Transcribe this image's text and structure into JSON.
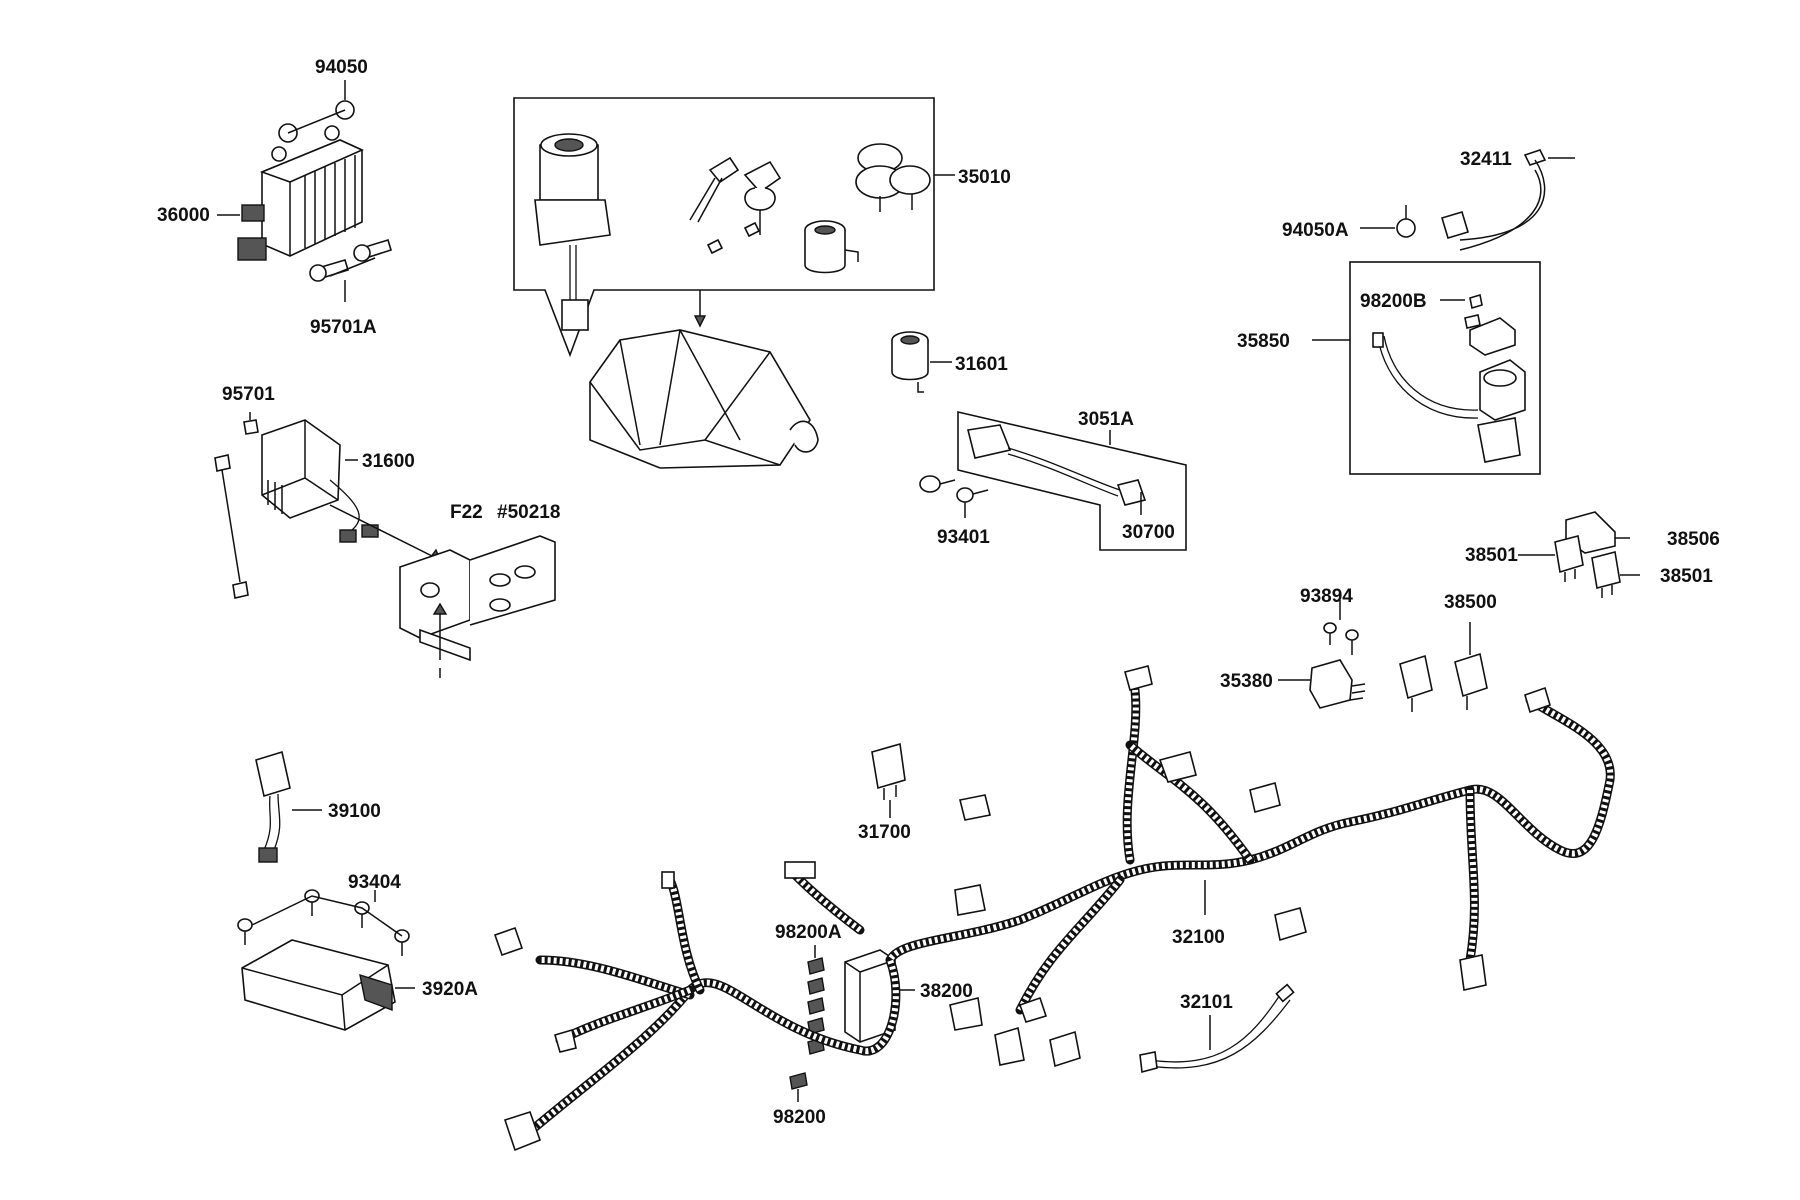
{
  "labels": {
    "p94050": "94050",
    "p36000": "36000",
    "p95701A": "95701A",
    "p35010": "35010",
    "p32411": "32411",
    "p94050A": "94050A",
    "p98200B": "98200B",
    "p35850": "35850",
    "p31601": "31601",
    "p3051A": "3051A",
    "p30700": "30700",
    "p93401": "93401",
    "p95701": "95701",
    "p31600": "31600",
    "pF22": "F22",
    "p50218": "#50218",
    "p38501a": "38501",
    "p38506": "38506",
    "p38501b": "38501",
    "p93894": "93894",
    "p38500": "38500",
    "p35380": "35380",
    "p39100": "39100",
    "p31700": "31700",
    "p93404": "93404",
    "p98200A": "98200A",
    "p3920A": "3920A",
    "p38200": "38200",
    "p32100": "32100",
    "p32101": "32101",
    "p98200": "98200"
  }
}
